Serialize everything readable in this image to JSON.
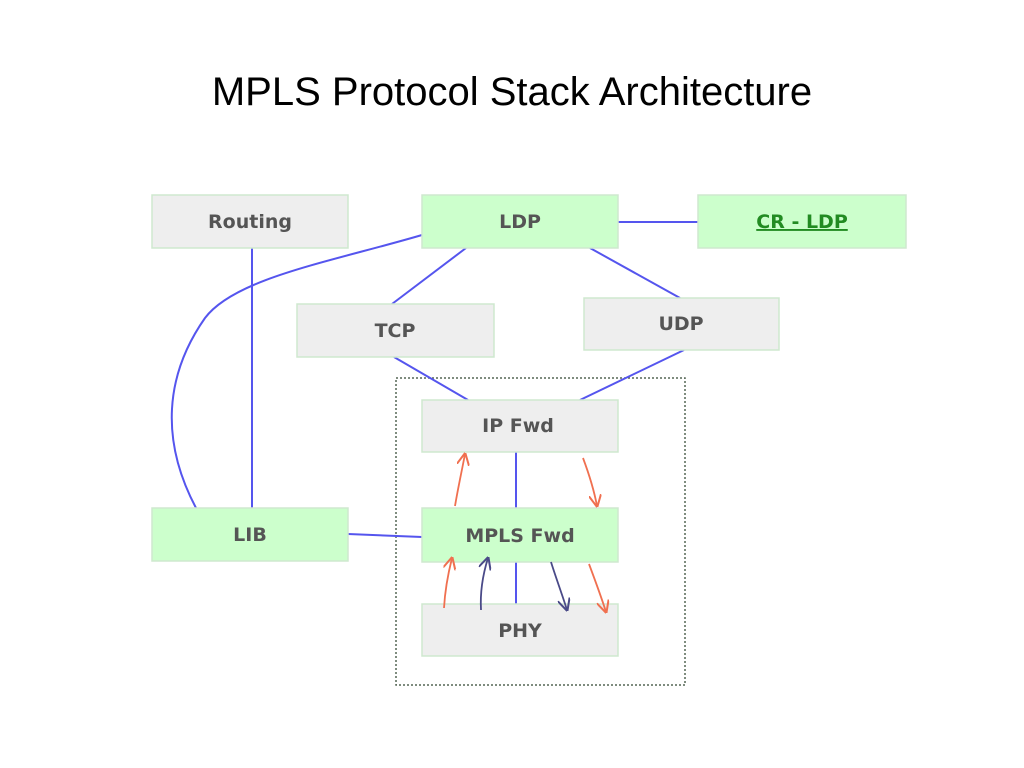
{
  "slide": {
    "title": "MPLS Protocol Stack Architecture"
  },
  "colors": {
    "green_box": "#ccffcc",
    "gray_box": "#eeeeee",
    "box_border": "#cfe8cf",
    "text_gray": "#555555",
    "link_green": "#228b22",
    "connector": "#5555ee",
    "arrow_red": "#f07050",
    "arrow_navy": "#4a4a88",
    "frame_dotted": "#556655"
  },
  "diagram": {
    "nodes": {
      "routing": {
        "label": "Routing"
      },
      "ldp": {
        "label": "LDP"
      },
      "cr_ldp": {
        "label": "CR - LDP"
      },
      "tcp": {
        "label": "TCP"
      },
      "udp": {
        "label": "UDP"
      },
      "ip_fwd": {
        "label": "IP Fwd"
      },
      "mpls_fwd": {
        "label": "MPLS Fwd"
      },
      "lib": {
        "label": "LIB"
      },
      "phy": {
        "label": "PHY"
      }
    }
  }
}
